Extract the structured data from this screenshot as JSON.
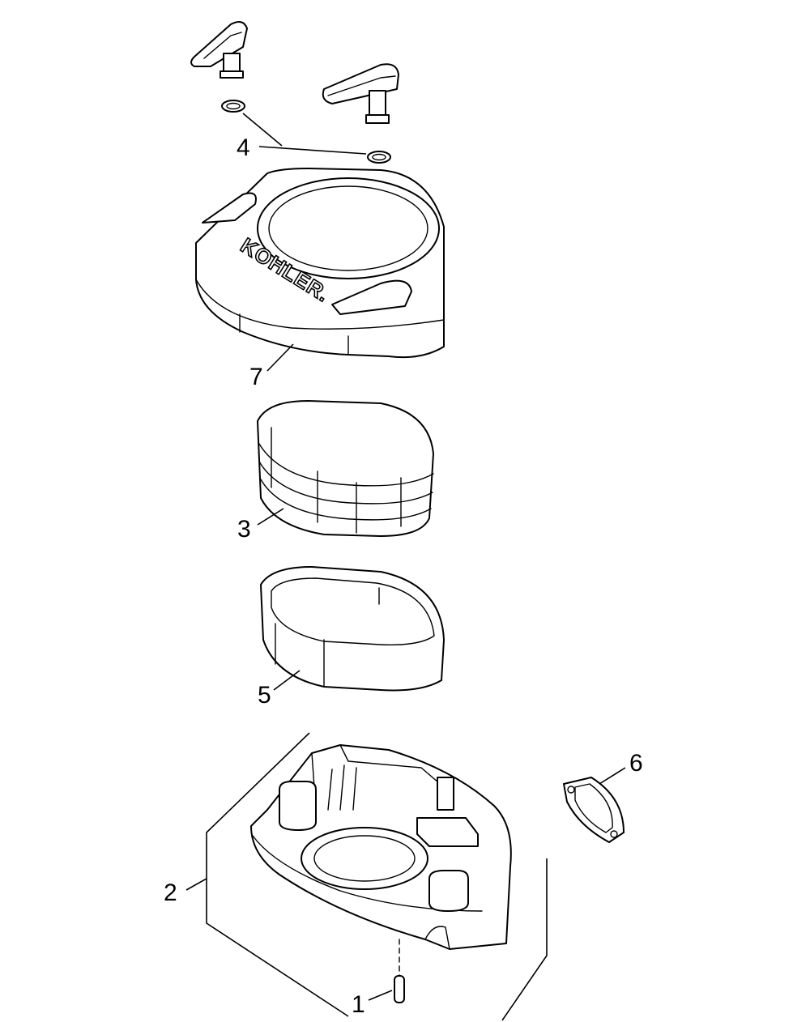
{
  "diagram": {
    "brand_logo": "KOHLER.",
    "callouts": [
      {
        "id": "label-1",
        "text": "1"
      },
      {
        "id": "label-2",
        "text": "2"
      },
      {
        "id": "label-3",
        "text": "3"
      },
      {
        "id": "label-4",
        "text": "4"
      },
      {
        "id": "label-5",
        "text": "5"
      },
      {
        "id": "label-6",
        "text": "6"
      },
      {
        "id": "label-7",
        "text": "7"
      }
    ]
  }
}
